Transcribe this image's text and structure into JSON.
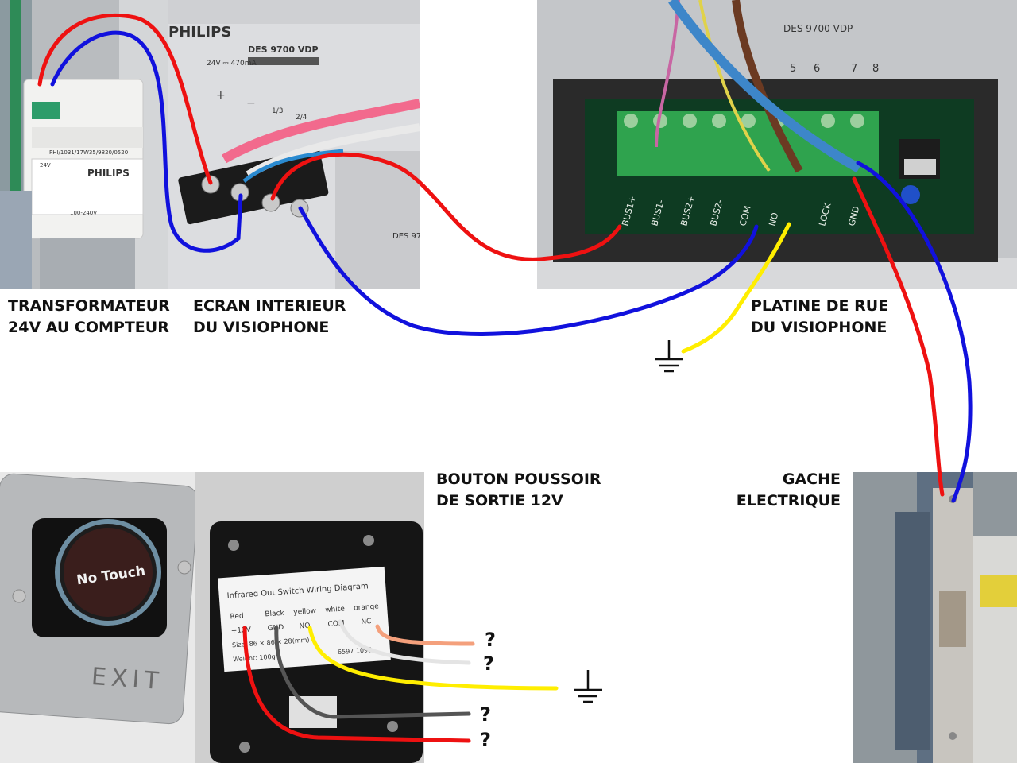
{
  "captions": {
    "transformer": [
      "TRANSFORMATEUR",
      "24V AU COMPTEUR"
    ],
    "indoor_screen": [
      "ECRAN INTERIEUR",
      "DU VISIOPHONE"
    ],
    "street_panel": [
      "PLATINE DE RUE",
      "DU VISIOPHONE"
    ],
    "exit_button": [
      "BOUTON POUSSOIR",
      "DE SORTIE 12V"
    ],
    "strike": [
      "GACHE",
      "ELECTRIQUE"
    ]
  },
  "transformer_photo": {
    "brand": "PHILIPS",
    "serial": "PHI/1031/17W35/9820/0520",
    "label_24v": "24V",
    "label_range": "100-240V"
  },
  "screen_photo": {
    "brand": "PHILIPS",
    "model": "DES 9700 VDP",
    "power": "24V ⎓ 470mA",
    "plus": "+",
    "minus": "−",
    "t13": "1/3",
    "t24": "2/4",
    "model_partial": "DES 97"
  },
  "panel_photo": {
    "model": "DES 9700 VDP",
    "numbers": [
      "5",
      "6",
      "7",
      "8"
    ],
    "terminals": [
      "BUS1+",
      "BUS1-",
      "BUS2+",
      "BUS2-",
      "COM",
      "NO",
      "LOCK",
      "GND"
    ]
  },
  "exit_front": {
    "button_text": "No Touch",
    "exit_text": "EXIT"
  },
  "exit_back": {
    "diagram_title": "Infrared Out Switch Wiring Diagram",
    "colors": [
      "Red",
      "Black",
      "yellow",
      "white",
      "orange"
    ],
    "functions": [
      "+12V",
      "GND",
      "NO",
      "COM",
      "NC"
    ],
    "size": "Size: 86 × 86 × 28(mm)",
    "weight": "Weight: 100g",
    "code": "6597 1098"
  },
  "unknown_marks": [
    "?",
    "?",
    "?",
    "?"
  ],
  "wire_colors": {
    "red": "#ee1111",
    "blue": "#1111dd",
    "yellow": "#ffee00",
    "white": "#e4e4e4",
    "orange": "#f4a07c",
    "grey": "#555555"
  }
}
